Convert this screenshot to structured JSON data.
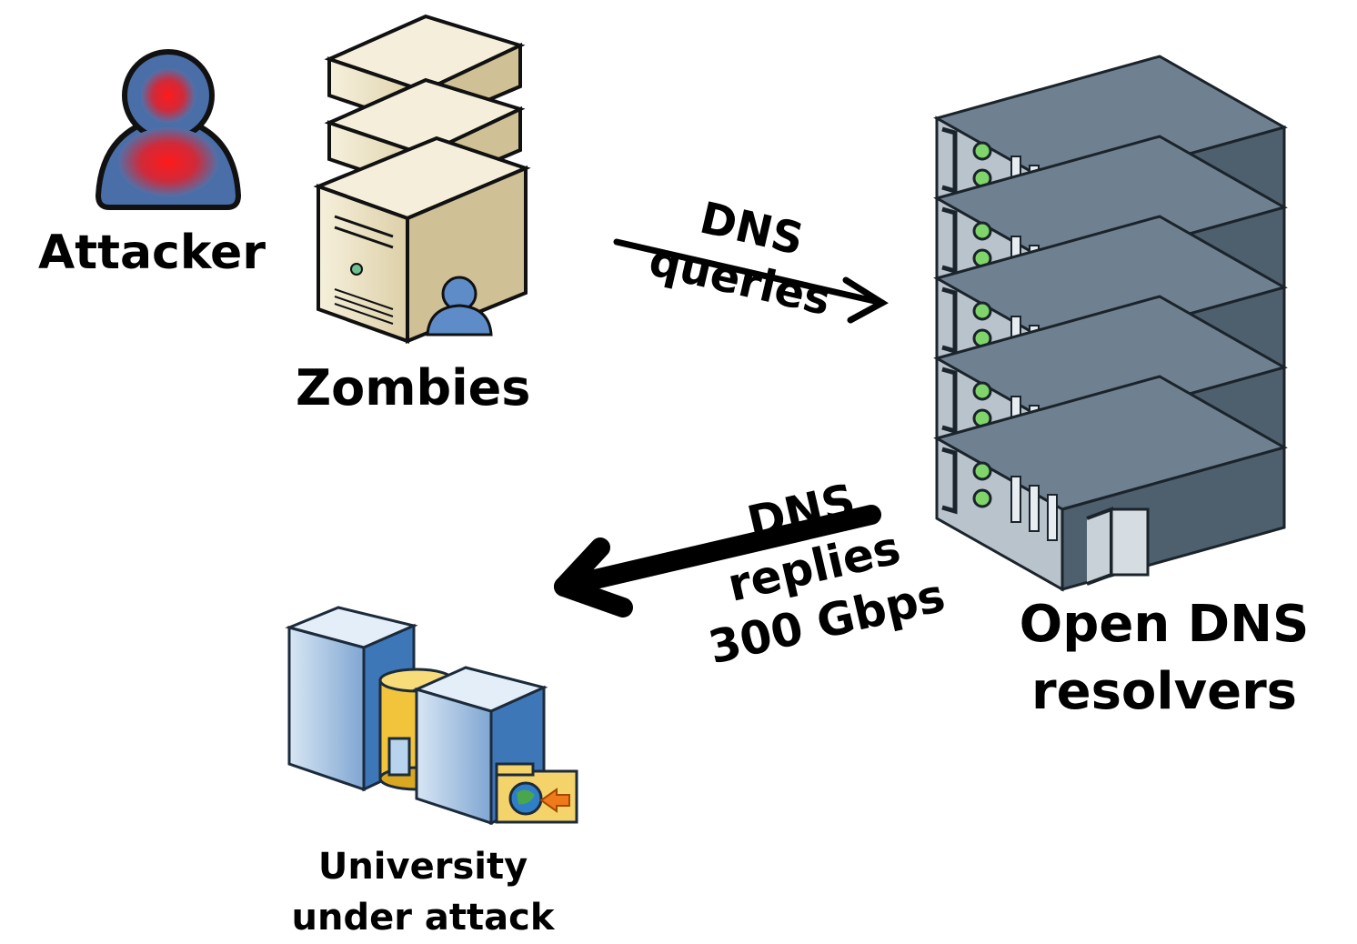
{
  "labels": {
    "attacker": "Attacker",
    "zombies": "Zombies",
    "queries_line1": "DNS",
    "queries_line2": "queries",
    "replies_line1": "DNS",
    "replies_line2": "replies",
    "replies_line3": "300 Gbps",
    "resolvers_line1": "Open DNS",
    "resolvers_line2": "resolvers",
    "university_line1": "University",
    "university_line2": "under attack"
  },
  "colors": {
    "attacker_body": "#4a6fa8",
    "attacker_glow": "#ff1a1a",
    "zombie_server": "#efe6c9",
    "resolver_top": "#6f8190",
    "resolver_side": "#4e5f6d",
    "resolver_front": "#b9c3cb",
    "resolver_led": "#7fd46a",
    "university_server": "#3e77b8",
    "university_db": "#f1c43c"
  },
  "icons": {
    "attacker": "attacker-person-icon",
    "zombies": "zombie-servers-icon",
    "resolvers": "rack-servers-icon",
    "university": "university-datacenter-icon"
  }
}
